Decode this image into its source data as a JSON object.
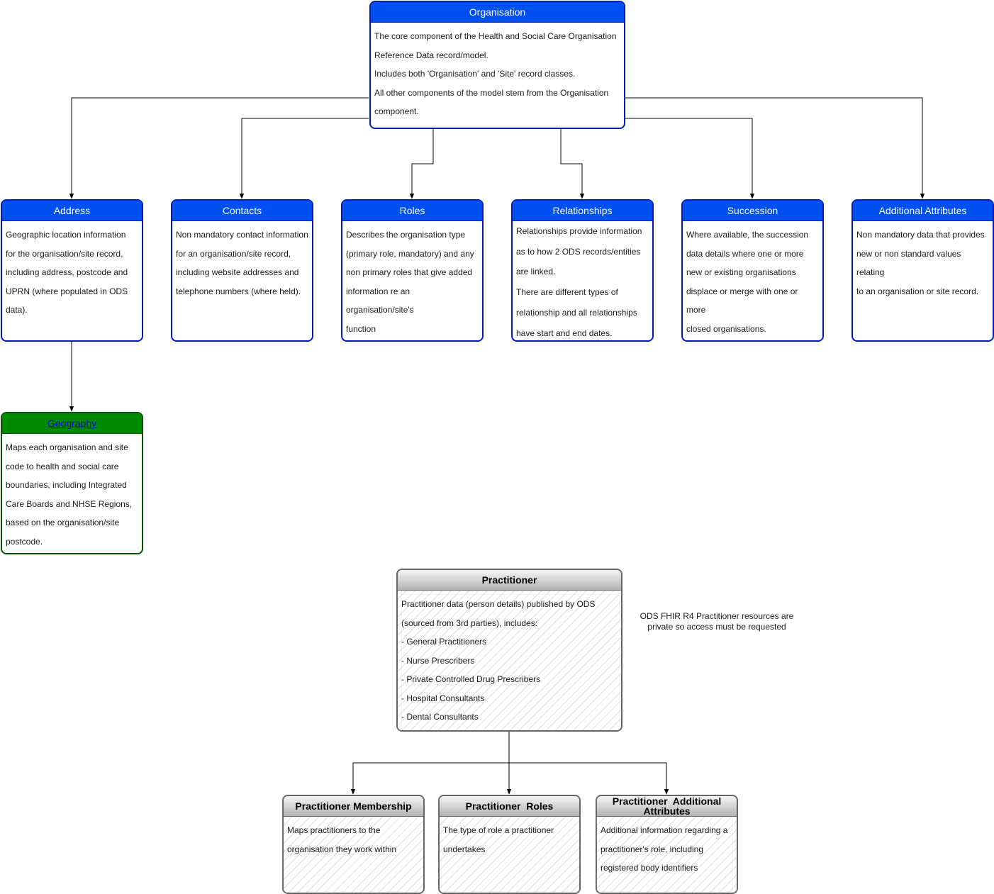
{
  "organisation": {
    "title": "Organisation",
    "lines": [
      "The core component of the Health and Social Care Organisation",
      "Reference Data record/model.",
      "Includes both 'Organisation' and 'Site' record classes.",
      "All other components of the model stem from the Organisation",
      "component."
    ]
  },
  "address": {
    "title": "Address",
    "lines": [
      "Geographic location information",
      "for the organisation/site record,",
      "including address, postcode and",
      "UPRN (where populated in ODS",
      "data)."
    ]
  },
  "contacts": {
    "title": "Contacts",
    "lines": [
      "Non mandatory contact information",
      "for an organisation/site record,",
      "including website addresses and",
      "telephone numbers (where held)."
    ]
  },
  "roles": {
    "title": "Roles",
    "lines": [
      "Describes the organisation type",
      "(primary role, mandatory) and any",
      "non primary roles that give added",
      "information re an organisation/site's",
      "function"
    ]
  },
  "relationships": {
    "title": "Relationships",
    "lines": [
      "Relationships provide information",
      "as to how 2 ODS records/entities",
      "are linked.",
      "There are different types of",
      "relationship and all relationships",
      "have start and end dates."
    ]
  },
  "succession": {
    "title": "Succession",
    "lines": [
      "Where available, the succession",
      "data details where one or more",
      "new or existing organisations",
      "displace or merge with one or more",
      "closed organisations."
    ]
  },
  "additional_attributes": {
    "title": "Additional Attributes",
    "lines": [
      "Non mandatory data that provides",
      "new or non standard values relating",
      "to an organisation or site record."
    ]
  },
  "geography": {
    "title": "Geography",
    "lines": [
      "Maps each organisation and site",
      "code to health and social care",
      "boundaries, including Integrated",
      "Care Boards and NHSE Regions,",
      "based on the organisation/site",
      "postcode."
    ]
  },
  "practitioner": {
    "title": "Practitioner",
    "lines": [
      "Practitioner data (person details) published by ODS",
      "(sourced from 3rd parties), includes:",
      "- General Practitioners",
      "- Nurse Prescribers",
      "- Private Controlled Drug Prescribers",
      "- Hospital Consultants",
      "- Dental Consultants"
    ]
  },
  "practitioner_note": {
    "lines": [
      "ODS FHIR R4 Practitioner resources are",
      "private so access must be requested"
    ]
  },
  "practitioner_membership": {
    "title": "Practitioner Membership",
    "lines": [
      "Maps practitioners to the",
      "organisation they work within"
    ]
  },
  "practitioner_roles": {
    "title": "Practitioner  Roles",
    "lines": [
      "The type of role a practitioner",
      "undertakes"
    ]
  },
  "practitioner_additional_attributes": {
    "title_lines": [
      "Practitioner  Additional",
      "Attributes"
    ],
    "lines": [
      "Additional information regarding a",
      "practitioner's role, including",
      "registered body identifiers"
    ]
  },
  "colors": {
    "blue_fill": "#0050EF",
    "blue_stroke": "#001DBC",
    "green_fill": "#008A00",
    "green_stroke": "#005700",
    "grey_stroke": "#666666"
  }
}
